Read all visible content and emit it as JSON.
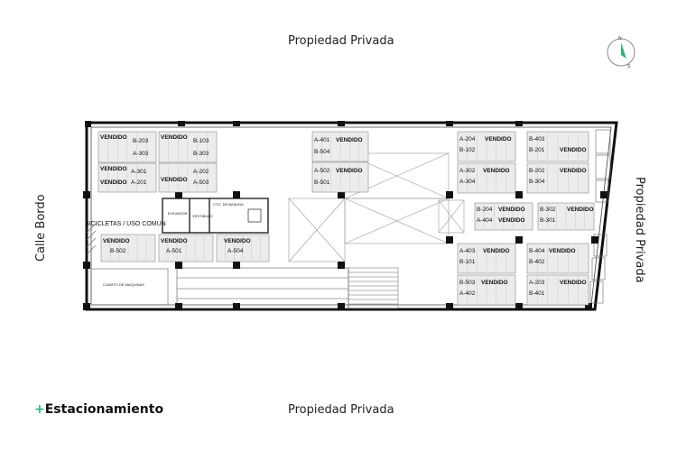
{
  "labels": {
    "top": "Propiedad Privada",
    "bottom": "Propiedad Privada",
    "left": "Calle Bordo",
    "right": "Propiedad Privada",
    "brand_plus": "+",
    "brand_text": "Estacionamiento"
  },
  "compass": {
    "north": "N",
    "south": "S",
    "accent": "#2bb673"
  },
  "rooms": {
    "bikes": "BICICLETAS / USO COMUN",
    "elevator": "ELEVADOR",
    "lobby": "VESTIBULO",
    "trash": "CTO. DE BASURA",
    "machines": "CUARTO DE MAQUINAS"
  },
  "sold_label": "VENDIDO",
  "spaces": [
    {
      "id": "s1",
      "units": [
        "B-203",
        "A-303"
      ]
    },
    {
      "id": "s2",
      "units": [
        "B-103",
        "B-303"
      ]
    },
    {
      "id": "s3",
      "units": [
        "A-301",
        "A-201"
      ]
    },
    {
      "id": "s4",
      "units": [
        "A-202",
        "A-503"
      ]
    },
    {
      "id": "s5",
      "units": [
        "B-502"
      ]
    },
    {
      "id": "s6",
      "units": [
        "A-501"
      ]
    },
    {
      "id": "s7",
      "units": [
        "A-504"
      ]
    },
    {
      "id": "s8",
      "units": [
        "A-401",
        "B-504"
      ]
    },
    {
      "id": "s9",
      "units": [
        "A-502",
        "B-501"
      ]
    },
    {
      "id": "s10",
      "units": [
        "A-204",
        "B-102"
      ]
    },
    {
      "id": "s11",
      "units": [
        "B-403",
        "B-201"
      ]
    },
    {
      "id": "s12",
      "units": [
        "A-302",
        "A-304"
      ]
    },
    {
      "id": "s13",
      "units": [
        "B-202",
        "B-304"
      ]
    },
    {
      "id": "s14",
      "units": [
        "B-204",
        "A-404"
      ]
    },
    {
      "id": "s15",
      "units": [
        "B-302",
        "B-301"
      ]
    },
    {
      "id": "s16",
      "units": [
        "A-403",
        "B-101"
      ]
    },
    {
      "id": "s17",
      "units": [
        "B-404",
        "B-402"
      ]
    },
    {
      "id": "s18",
      "units": [
        "B-503",
        "A-402"
      ]
    },
    {
      "id": "s19",
      "units": [
        "A-203",
        "B-401"
      ]
    }
  ]
}
